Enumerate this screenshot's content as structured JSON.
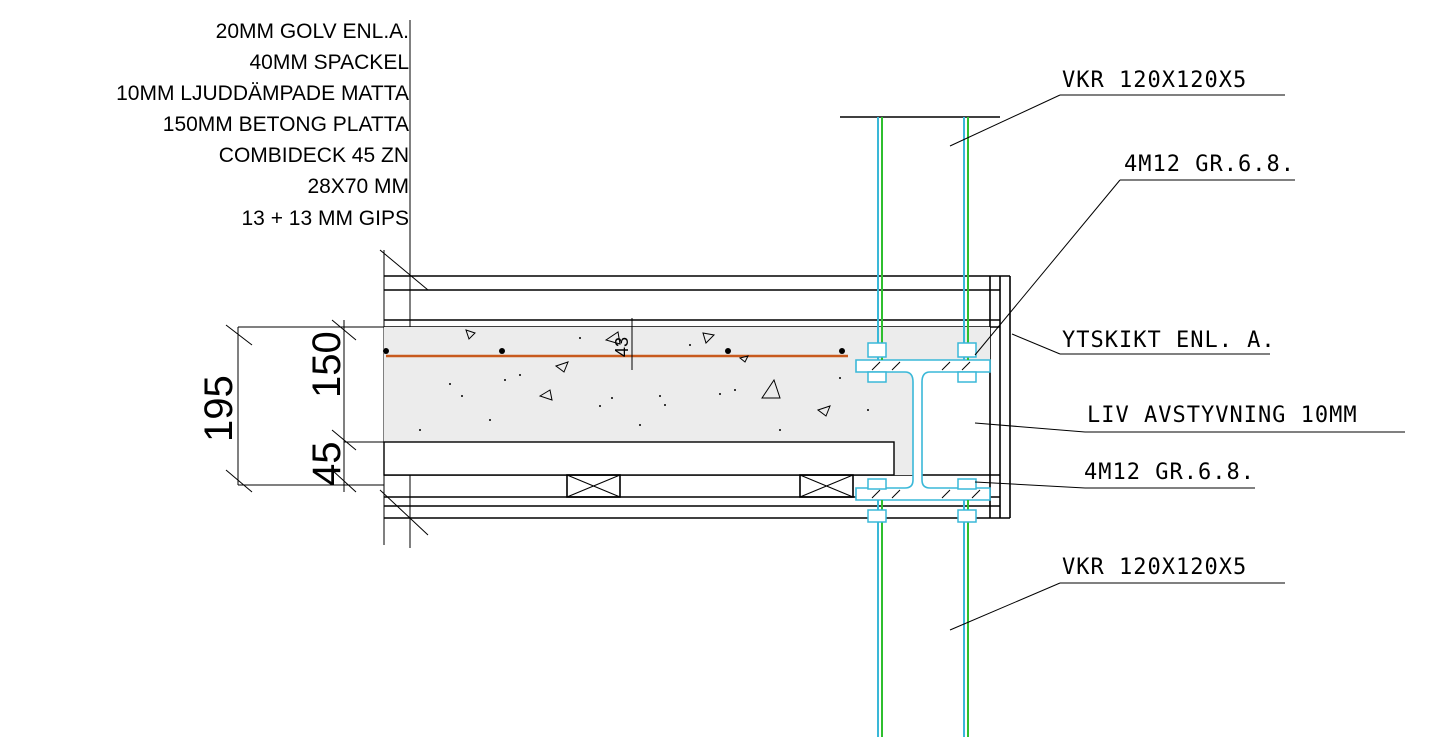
{
  "layers": [
    "20MM GOLV ENL.A.",
    "40MM SPACKEL",
    "10MM LJUDDÄMPADE MATTA",
    "150MM BETONG PLATTA",
    "COMBIDECK 45 ZN",
    "28X70 MM",
    "13 + 13 MM GIPS"
  ],
  "callouts": {
    "top_column": "VKR 120X120X5",
    "top_bolts": "4M12 GR.6.8.",
    "surface": "YTSKIKT ENL. A.",
    "web_stiffener": "LIV AVSTYVNING 10MM",
    "bottom_bolts": "4M12 GR.6.8.",
    "bottom_column": "VKR 120X120X5"
  },
  "dimensions": {
    "total": "195",
    "slab": "150",
    "deck": "45",
    "rebar_cover": "43"
  },
  "colors": {
    "line": "#000000",
    "concrete": "#ececec",
    "column_green": "#2fbf2f",
    "column_cyan": "#3ab8d8",
    "rebar": "#c85a1e"
  }
}
